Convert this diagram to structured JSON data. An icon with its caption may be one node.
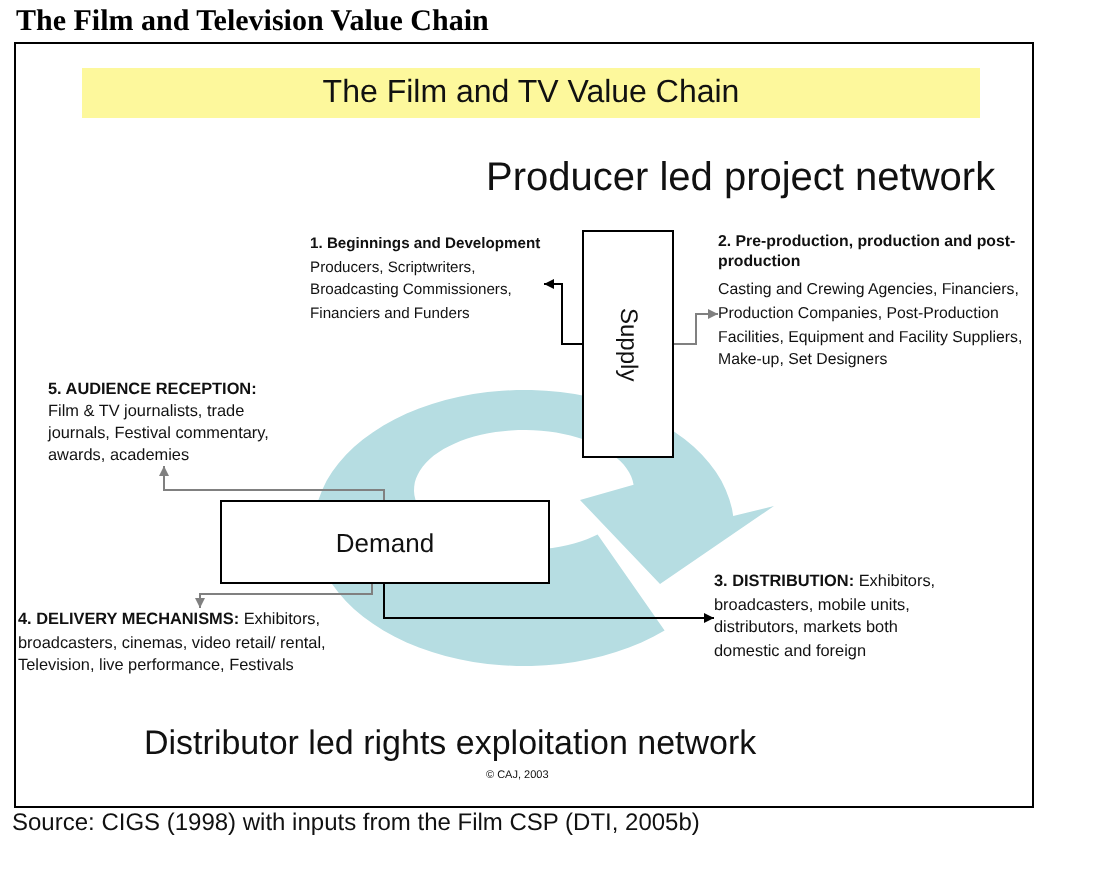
{
  "diagram": {
    "nodes": [
      {
        "text": [
          "The Film and Television Value Chain"
        ]
      },
      {
        "text": [
          "The Film and TV Value Chain"
        ],
        "in": 0
      },
      {
        "text": [
          "1. Beginnings and Development",
          "Producers, Scriptwriters, Broadcasting Commissioners, Financiers and Funders"
        ],
        "in": 0
      },
      {
        "text": [
          "Supply"
        ],
        "in": 0
      },
      {
        "text": [
          "2. Pre-production, production and post-production",
          "Casting and Crewing Agencies, Financiers, Production Companies, Post-Production Facilities, Equipment and Facility Suppliers, Make-up, Set Designers"
        ],
        "in": 0
      },
      {
        "text": [
          "5. AUDIENCE RECEPTION:",
          "Film & TV journalists, trade journals, Festival commentary, awards, academies"
        ],
        "in": 0
      },
      {
        "text": [
          "Demand"
        ],
        "in": 0
      },
      {
        "text": [
          "**3. DISTRIBUTION:** Exhibitors, broadcasters, mobile units, distributors, markets both domestic and foreign"
        ],
        "in": 0
      },
      {
        "text": [
          "**4. DELIVERY MECHANISMS:** Exhibitors, broadcasters, cinemas, video retail/ rental, Television, live performance, Festivals"
        ],
        "in": 0
      }
    ],
    "edges": [
      {
        "from": 3,
        "to": 2,
        "arrow": "to",
        "color": "#000000"
      },
      {
        "from": 3,
        "to": 4,
        "arrow": "to"
      },
      {
        "from": 6,
        "to": 5,
        "arrow": "to"
      },
      {
        "from": 6,
        "to": 8,
        "arrow": "to"
      },
      {
        "from": 6,
        "to": 7,
        "arrow": "to",
        "color": "#000000"
      },
      {
        "from": 6,
        "to": 3,
        "arrow": "to",
        "style": "thick",
        "color": "#b6dde2"
      }
    ],
    "labels": [
      "Producer led project network",
      "Distributor led rights exploitation network",
      "© CAJ, 2003"
    ],
    "caption": "Source: CIGS (1998) with inputs from the Film CSP (DTI, 2005b)"
  }
}
